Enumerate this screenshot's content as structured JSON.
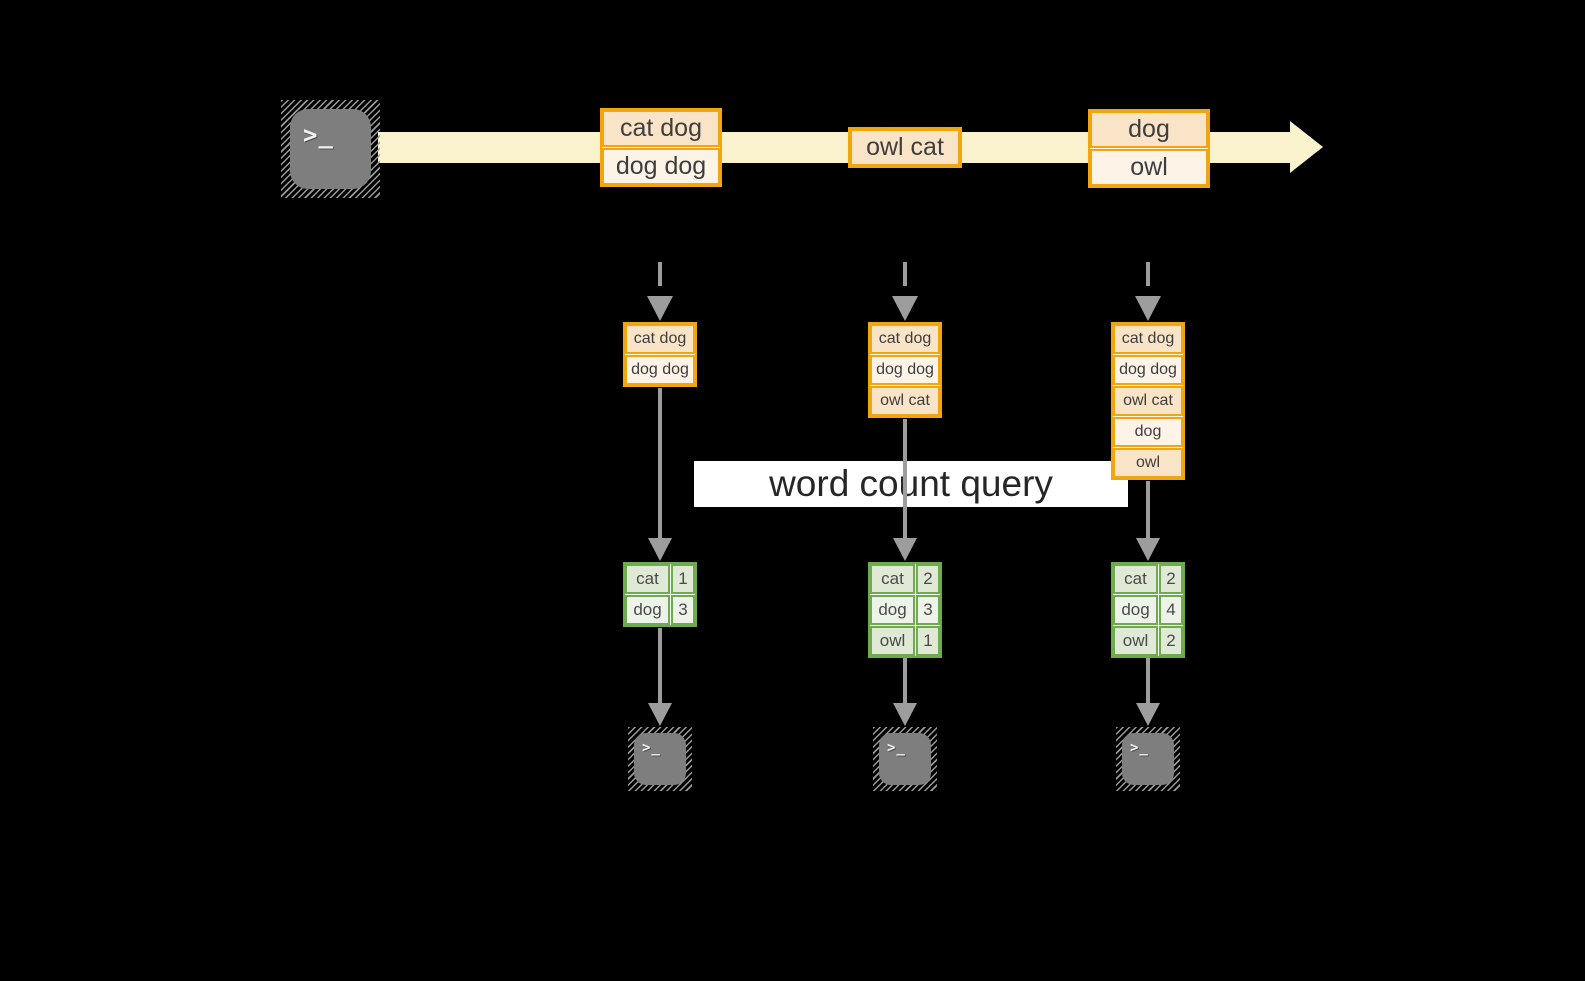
{
  "diagram": {
    "banner_label": "word count query",
    "terminal_glyph": ">_",
    "stream_batches": [
      {
        "rows": [
          "cat dog",
          "dog dog"
        ]
      },
      {
        "rows": [
          "owl cat"
        ]
      },
      {
        "rows": [
          "dog",
          "owl"
        ]
      }
    ],
    "columns": [
      {
        "buffer": [
          "cat dog",
          "dog dog"
        ],
        "counts": [
          {
            "word": "cat",
            "value": "1"
          },
          {
            "word": "dog",
            "value": "3"
          }
        ]
      },
      {
        "buffer": [
          "cat dog",
          "dog dog",
          "owl cat"
        ],
        "counts": [
          {
            "word": "cat",
            "value": "2"
          },
          {
            "word": "dog",
            "value": "3"
          },
          {
            "word": "owl",
            "value": "1"
          }
        ]
      },
      {
        "buffer": [
          "cat dog",
          "dog dog",
          "owl cat",
          "dog",
          "owl"
        ],
        "counts": [
          {
            "word": "cat",
            "value": "2"
          },
          {
            "word": "dog",
            "value": "4"
          },
          {
            "word": "owl",
            "value": "2"
          }
        ]
      }
    ],
    "colors": {
      "stream_arrow": "#FAF1CD",
      "event_border": "#F1A50F",
      "event_fill_dark": "#FAE4C8",
      "event_fill_light": "#FDF3E6",
      "count_border": "#6EAB4D",
      "count_fill_dark": "#DFE9D5",
      "count_fill_light": "#EEF3EA",
      "flow_arrow_gray": "#9D9D9D",
      "terminal_gray": "#7E7E7E",
      "banner_background": "#FFFFFF"
    }
  }
}
